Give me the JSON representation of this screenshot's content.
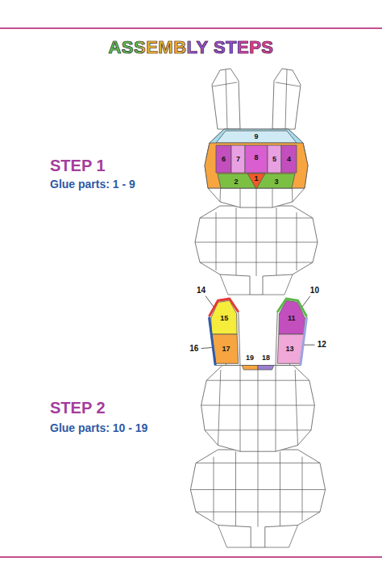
{
  "diagram": {
    "title": "ASSEMBLY STEPS",
    "labels": [
      "STEP 1",
      "Glue parts: 1 - 9",
      "9",
      "6",
      "7",
      "8",
      "5",
      "4",
      "1",
      "2",
      "3",
      "STEP 2",
      "Glue parts: 10 - 19",
      "14",
      "15",
      "10",
      "11",
      "16",
      "17",
      "12",
      "13",
      "19",
      "18"
    ]
  }
}
